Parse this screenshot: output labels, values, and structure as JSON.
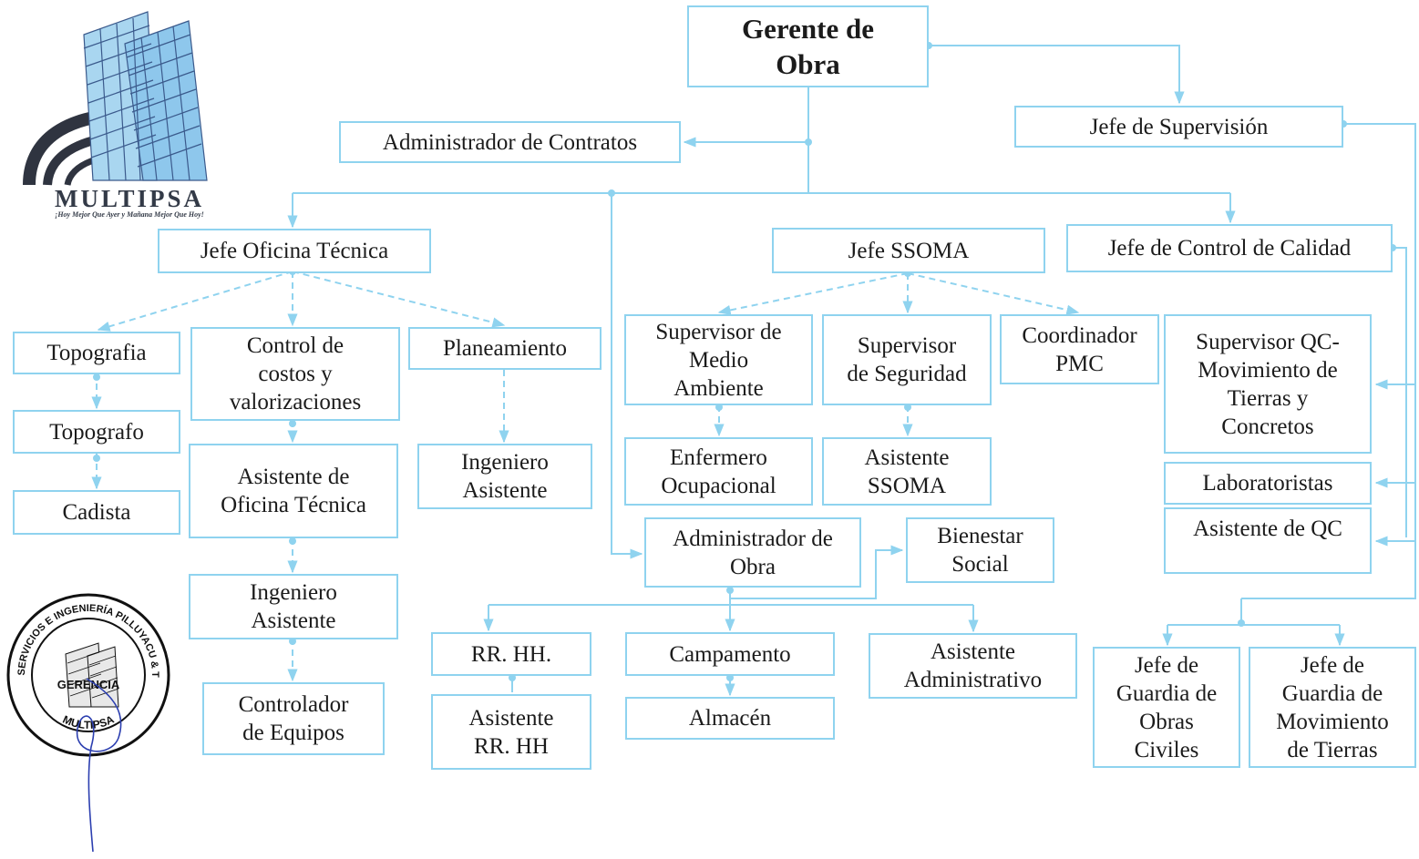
{
  "logo": {
    "brand": "MULTIPSA",
    "slogan": "¡Hoy Mejor Que Ayer y Mañana Mejor Que Hoy!"
  },
  "seal": {
    "top_text": "MULTISERVICIOS E INGENIERÍA PILLUYACU & TUCTU",
    "center_text": "GERENCIA",
    "bottom_text": "MULTIPSA"
  },
  "colors": {
    "connector": "#8fd3ef",
    "border": "#8fd3ef",
    "text": "#1b1b1b",
    "ink_blue": "#2c3fb0"
  },
  "chart": {
    "gerente": "Gerente de\nObra",
    "admin_contratos": "Administrador de Contratos",
    "jefe_supervision": "Jefe de Supervisión",
    "jefe_oficina": "Jefe Oficina Técnica",
    "jefe_ssoma": "Jefe SSOMA",
    "jefe_calidad": "Jefe de Control de Calidad",
    "topografia": "Topografia",
    "topografo": "Topografo",
    "cadista": "Cadista",
    "control_costos": "Control de\ncostos y\nvalorizaciones",
    "asistente_oficina": "Asistente de\nOficina Técnica",
    "ingeniero_asistente_1": "Ingeniero\nAsistente",
    "controlador_equipos": "Controlador\nde Equipos",
    "planeamiento": "Planeamiento",
    "ingeniero_asistente_2": "Ingeniero\nAsistente",
    "sup_medio_ambiente": "Supervisor de\nMedio\nAmbiente",
    "enfermero": "Enfermero\nOcupacional",
    "sup_seguridad": "Supervisor\nde Seguridad",
    "asistente_ssoma": "Asistente\nSSOMA",
    "coordinador_pmc": "Coordinador\nPMC",
    "sup_qc": "Supervisor QC-\nMovimiento de\nTierras y\nConcretos",
    "laboratoristas": "Laboratoristas",
    "asistente_qc": "Asistente de QC",
    "admin_obra": "Administrador de\nObra",
    "bienestar": "Bienestar\nSocial",
    "rrhh": "RR. HH.",
    "asistente_rrhh": "Asistente\nRR. HH",
    "campamento": "Campamento",
    "almacen": "Almacén",
    "asistente_admin": "Asistente\nAdministrativo",
    "guardia_obras": "Jefe de\nGuardia de\nObras\nCiviles",
    "guardia_tierras": "Jefe de\nGuardia de\nMovimiento\nde Tierras"
  }
}
